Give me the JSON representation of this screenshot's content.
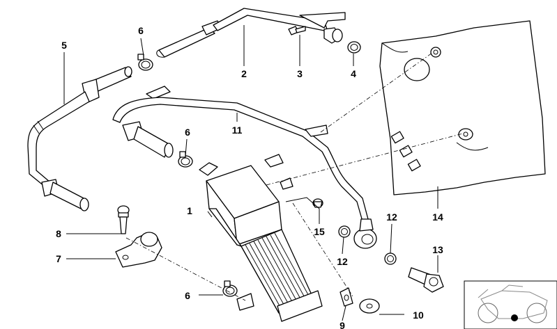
{
  "diagram": {
    "callouts": [
      "1",
      "2",
      "3",
      "4",
      "5",
      "6",
      "6",
      "6",
      "7",
      "8",
      "9",
      "10",
      "11",
      "12",
      "12",
      "13",
      "14",
      "15"
    ]
  },
  "colors": {
    "line": "#000000",
    "background": "#ffffff"
  }
}
